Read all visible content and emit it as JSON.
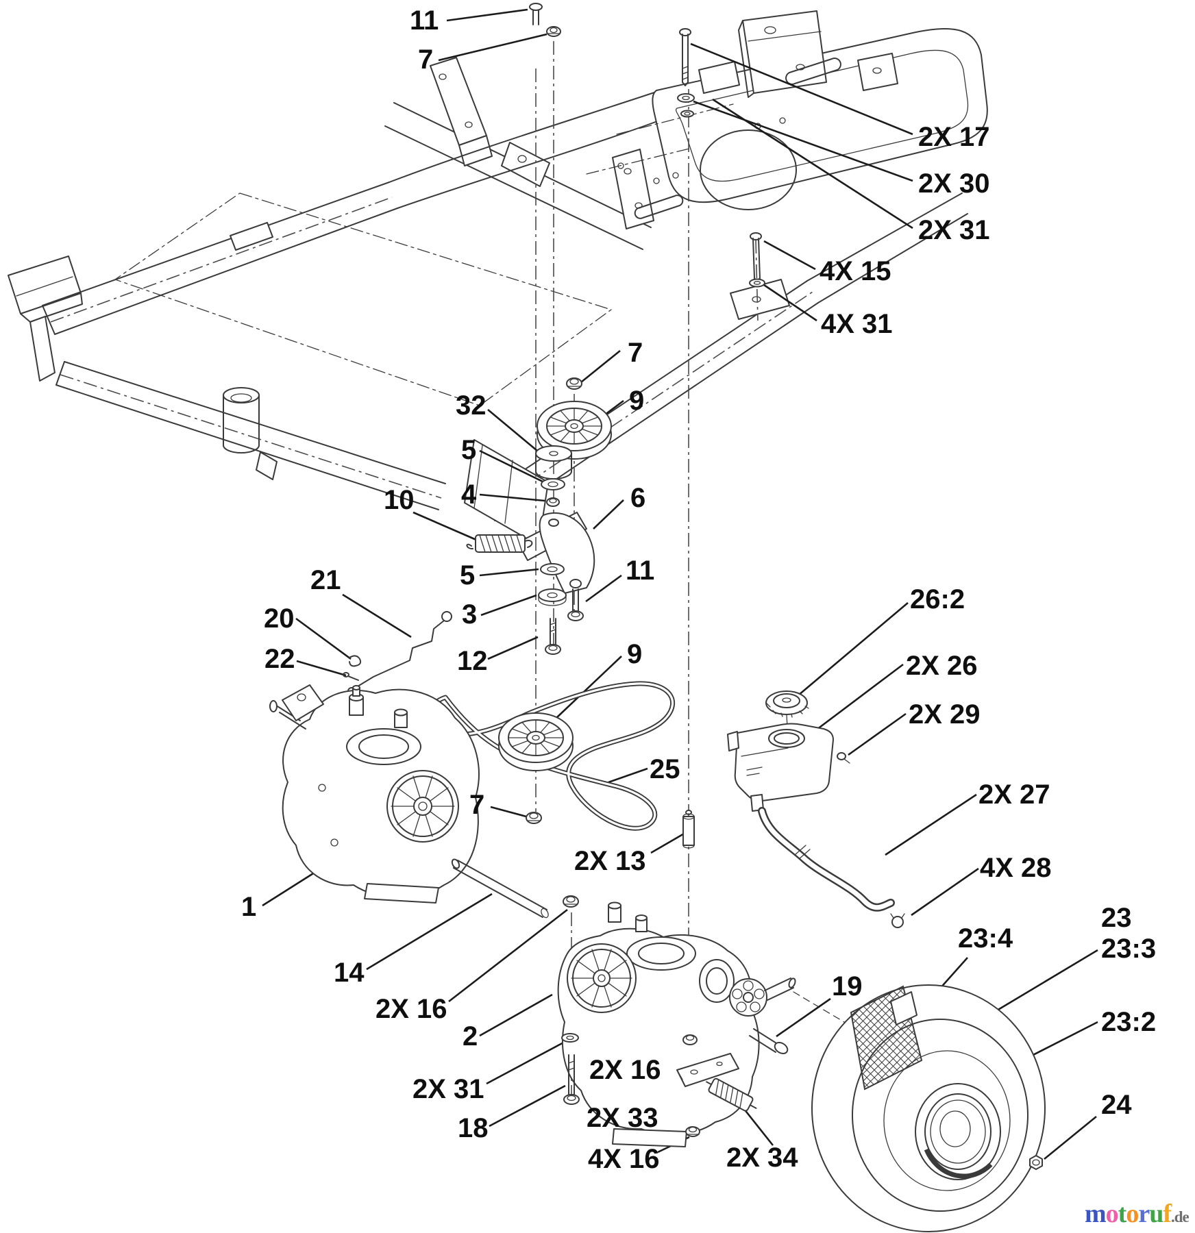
{
  "diagram": {
    "type": "exploded-parts-diagram",
    "subject": "riding mower traction drive, hydro transaxles, idler and rear wheel assembly",
    "callouts": {
      "bolt_11_top": {
        "text": "11"
      },
      "nut_7_top": {
        "text": "7"
      },
      "bolt_17": {
        "text": "2X 17"
      },
      "washer_30": {
        "text": "2X 30"
      },
      "washer_31_top": {
        "text": "2X 31"
      },
      "bolt_15": {
        "text": "4X 15"
      },
      "washer_31_right": {
        "text": "4X 31"
      },
      "nut_7_mid": {
        "text": "7"
      },
      "pulley_9_upper": {
        "text": "9"
      },
      "spacer_32": {
        "text": "32"
      },
      "washer_5_upper": {
        "text": "5"
      },
      "nut_4": {
        "text": "4"
      },
      "spring_10": {
        "text": "10"
      },
      "arm_6": {
        "text": "6"
      },
      "washer_5_lower": {
        "text": "5"
      },
      "bolt_11_arm": {
        "text": "11"
      },
      "washer_3": {
        "text": "3"
      },
      "rod_21": {
        "text": "21"
      },
      "clip_20": {
        "text": "20"
      },
      "pin_22": {
        "text": "22"
      },
      "bolt_12": {
        "text": "12"
      },
      "pulley_9_lower": {
        "text": "9"
      },
      "belt_25": {
        "text": "25"
      },
      "nut_7_lower": {
        "text": "7"
      },
      "spacer_13": {
        "text": "2X 13"
      },
      "transaxle_1": {
        "text": "1"
      },
      "shaft_14": {
        "text": "14"
      },
      "nut_16_left": {
        "text": "2X 16"
      },
      "transaxle_2": {
        "text": "2"
      },
      "washer_31_bot": {
        "text": "2X 31"
      },
      "bolt_18": {
        "text": "18"
      },
      "nut_16_right": {
        "text": "2X 16"
      },
      "plate_33": {
        "text": "2X 33"
      },
      "nut_16_bottom": {
        "text": "4X 16"
      },
      "spring_34": {
        "text": "2X 34"
      },
      "bolt_19": {
        "text": "19"
      },
      "cap_26_2": {
        "text": "26:2"
      },
      "tank_26": {
        "text": "2X 26"
      },
      "screw_29": {
        "text": "2X 29"
      },
      "hose_27": {
        "text": "2X 27"
      },
      "clamp_28": {
        "text": "4X 28"
      },
      "wheel_23": {
        "text": "23"
      },
      "tread_23_4": {
        "text": "23:4"
      },
      "tire_23_3": {
        "text": "23:3"
      },
      "rim_23_2": {
        "text": "23:2"
      },
      "nut_24": {
        "text": "24"
      }
    }
  },
  "watermark": {
    "letters": [
      {
        "ch": "m",
        "color": "#3b55c0"
      },
      {
        "ch": "o",
        "color": "#ef5fa7"
      },
      {
        "ch": "t",
        "color": "#3da44b"
      },
      {
        "ch": "o",
        "color": "#f59120"
      },
      {
        "ch": "r",
        "color": "#5a6fd6"
      },
      {
        "ch": "u",
        "color": "#41a447"
      },
      {
        "ch": "f",
        "color": "#f0a623"
      }
    ],
    "suffix": {
      "text": ".de",
      "color": "#6e6e6e"
    }
  }
}
